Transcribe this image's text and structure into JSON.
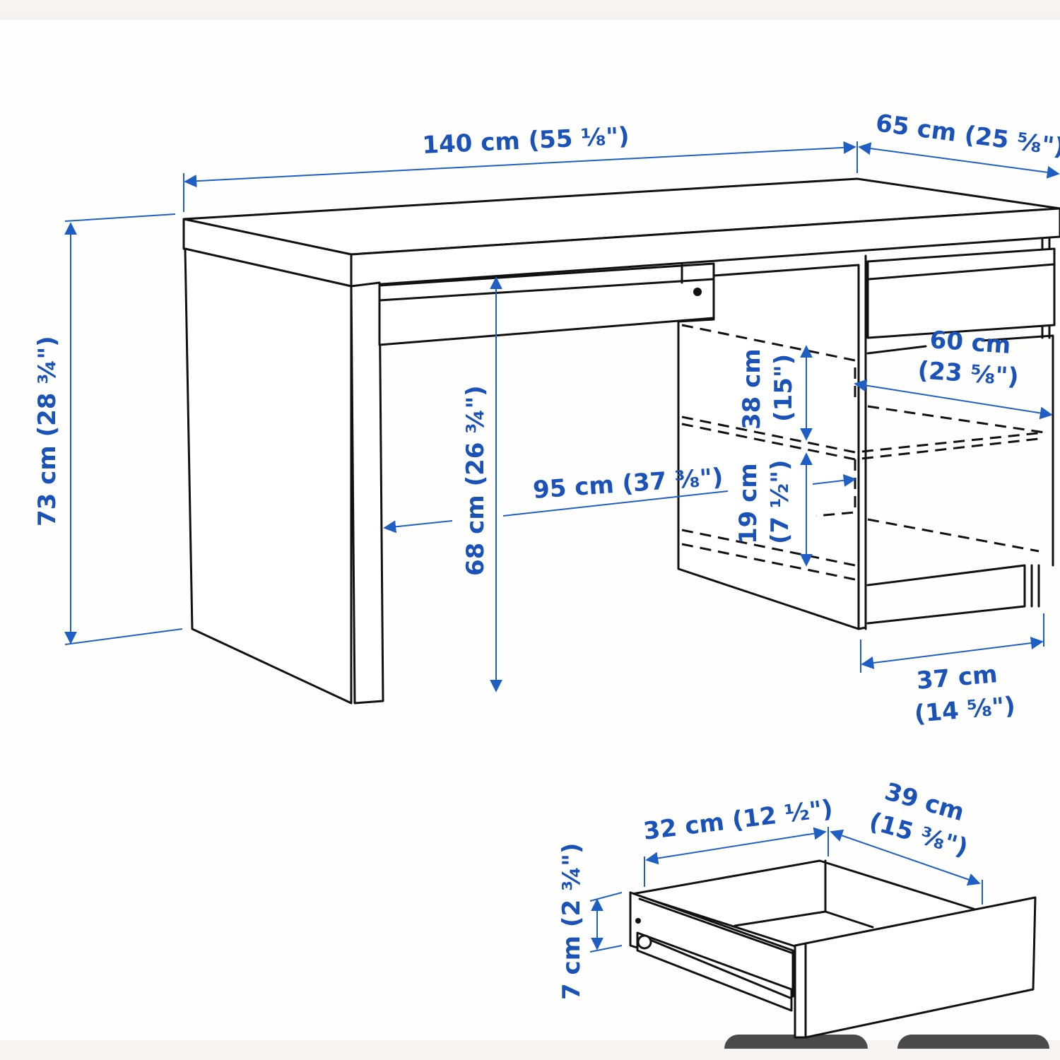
{
  "colors": {
    "dimension_blue": "#1f5fc4",
    "label_blue": "#1a52b8",
    "line_black": "#111111",
    "background": "#fefefd",
    "frame": "#f7f3f0"
  },
  "desk": {
    "width_label": "140 cm (55 ⅛\")",
    "depth_label": "65 cm (25 ⅝\")",
    "height_label": "73 cm (28 ¾\")",
    "leg_clearance_height_label": "68 cm (26 ¾\")",
    "leg_clearance_width_label": "95 cm (37 ⅜\")",
    "shelf_upper_height_cm": "38 cm",
    "shelf_upper_height_in": "(15\")",
    "shelf_lower_height_cm": "19 cm",
    "shelf_lower_height_in": "(7 ½\")",
    "shelf_depth_cm": "60 cm",
    "shelf_depth_in": "(23 ⅝\")",
    "drawer_unit_width_cm": "37 cm",
    "drawer_unit_width_in": "(14 ⅝\")"
  },
  "drawer": {
    "width_label": "32 cm (12 ½\")",
    "depth_cm": "39 cm",
    "depth_in": "(15 ⅜\")",
    "height_label": "7 cm (2 ¾\")"
  }
}
